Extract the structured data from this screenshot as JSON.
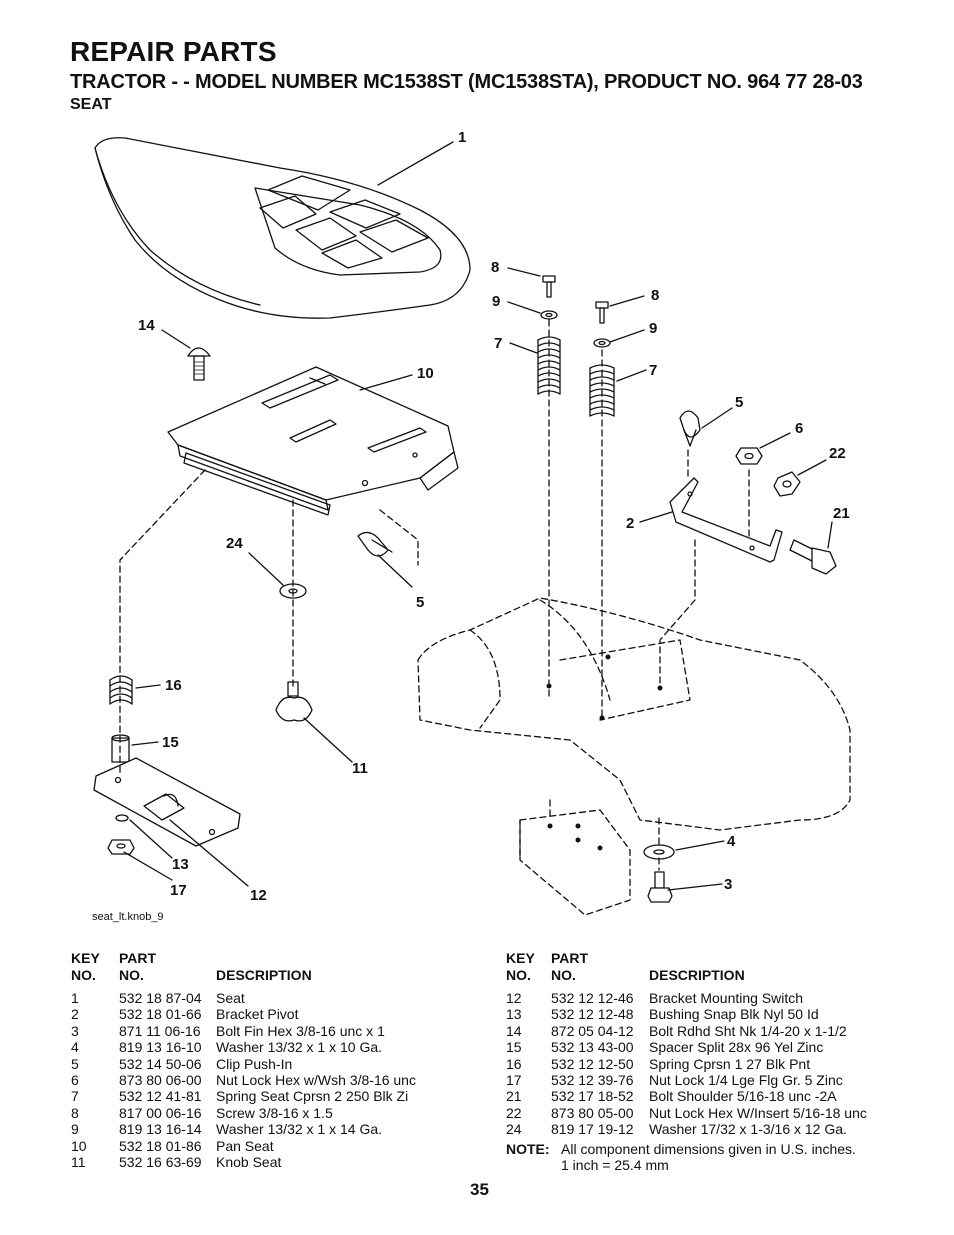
{
  "header": {
    "title": "REPAIR PARTS",
    "subtitle": "TRACTOR - - MODEL NUMBER  MC1538ST (MC1538STA), PRODUCT NO. 964 77 28-03",
    "section": "SEAT"
  },
  "diagram": {
    "figure_id": "seat_lt.knob_9",
    "callouts": [
      "1",
      "8",
      "9",
      "7",
      "8",
      "9",
      "7",
      "14",
      "10",
      "5",
      "6",
      "22",
      "2",
      "21",
      "24",
      "5",
      "16",
      "15",
      "11",
      "4",
      "3",
      "13",
      "17",
      "12"
    ]
  },
  "table_headers": {
    "key": "KEY",
    "no": "NO.",
    "part": "PART",
    "description": "DESCRIPTION"
  },
  "parts_left": [
    {
      "key": "1",
      "part": "532 18 87-04",
      "desc": "Seat"
    },
    {
      "key": "2",
      "part": "532 18 01-66",
      "desc": "Bracket Pivot"
    },
    {
      "key": "3",
      "part": "871 11 06-16",
      "desc": "Bolt Fin Hex 3/8-16 unc x 1"
    },
    {
      "key": "4",
      "part": "819 13 16-10",
      "desc": "Washer 13/32 x 1 x 10 Ga."
    },
    {
      "key": "5",
      "part": "532 14 50-06",
      "desc": "Clip Push-In"
    },
    {
      "key": "6",
      "part": "873 80 06-00",
      "desc": "Nut Lock Hex w/Wsh 3/8-16 unc"
    },
    {
      "key": "7",
      "part": "532 12 41-81",
      "desc": "Spring Seat Cprsn 2 250 Blk Zi"
    },
    {
      "key": "8",
      "part": "817 00 06-16",
      "desc": "Screw 3/8-16 x 1.5"
    },
    {
      "key": "9",
      "part": "819 13 16-14",
      "desc": "Washer 13/32 x 1 x 14 Ga."
    },
    {
      "key": "10",
      "part": "532 18 01-86",
      "desc": "Pan Seat"
    },
    {
      "key": "11",
      "part": "532 16 63-69",
      "desc": "Knob Seat"
    }
  ],
  "parts_right": [
    {
      "key": "12",
      "part": "532 12 12-46",
      "desc": "Bracket Mounting Switch"
    },
    {
      "key": "13",
      "part": "532 12 12-48",
      "desc": "Bushing Snap Blk Nyl 50 Id"
    },
    {
      "key": "14",
      "part": "872 05 04-12",
      "desc": "Bolt Rdhd Sht Nk 1/4-20 x 1-1/2"
    },
    {
      "key": "15",
      "part": "532 13 43-00",
      "desc": "Spacer Split 28x 96 Yel Zinc"
    },
    {
      "key": "16",
      "part": "532 12 12-50",
      "desc": "Spring Cprsn 1 27 Blk Pnt"
    },
    {
      "key": "17",
      "part": "532 12 39-76",
      "desc": "Nut Lock 1/4 Lge Flg Gr. 5 Zinc"
    },
    {
      "key": "21",
      "part": "532 17 18-52",
      "desc": "Bolt Shoulder 5/16-18 unc -2A"
    },
    {
      "key": "22",
      "part": "873 80 05-00",
      "desc": "Nut Lock Hex W/Insert 5/16-18 unc"
    },
    {
      "key": "24",
      "part": "819 17 19-12",
      "desc": "Washer 17/32 x 1-3/16 x 12 Ga."
    }
  ],
  "note": {
    "label": "NOTE:",
    "line1": "All component dimensions given in U.S. inches.",
    "line2": "1 inch = 25.4 mm"
  },
  "page_number": "35"
}
